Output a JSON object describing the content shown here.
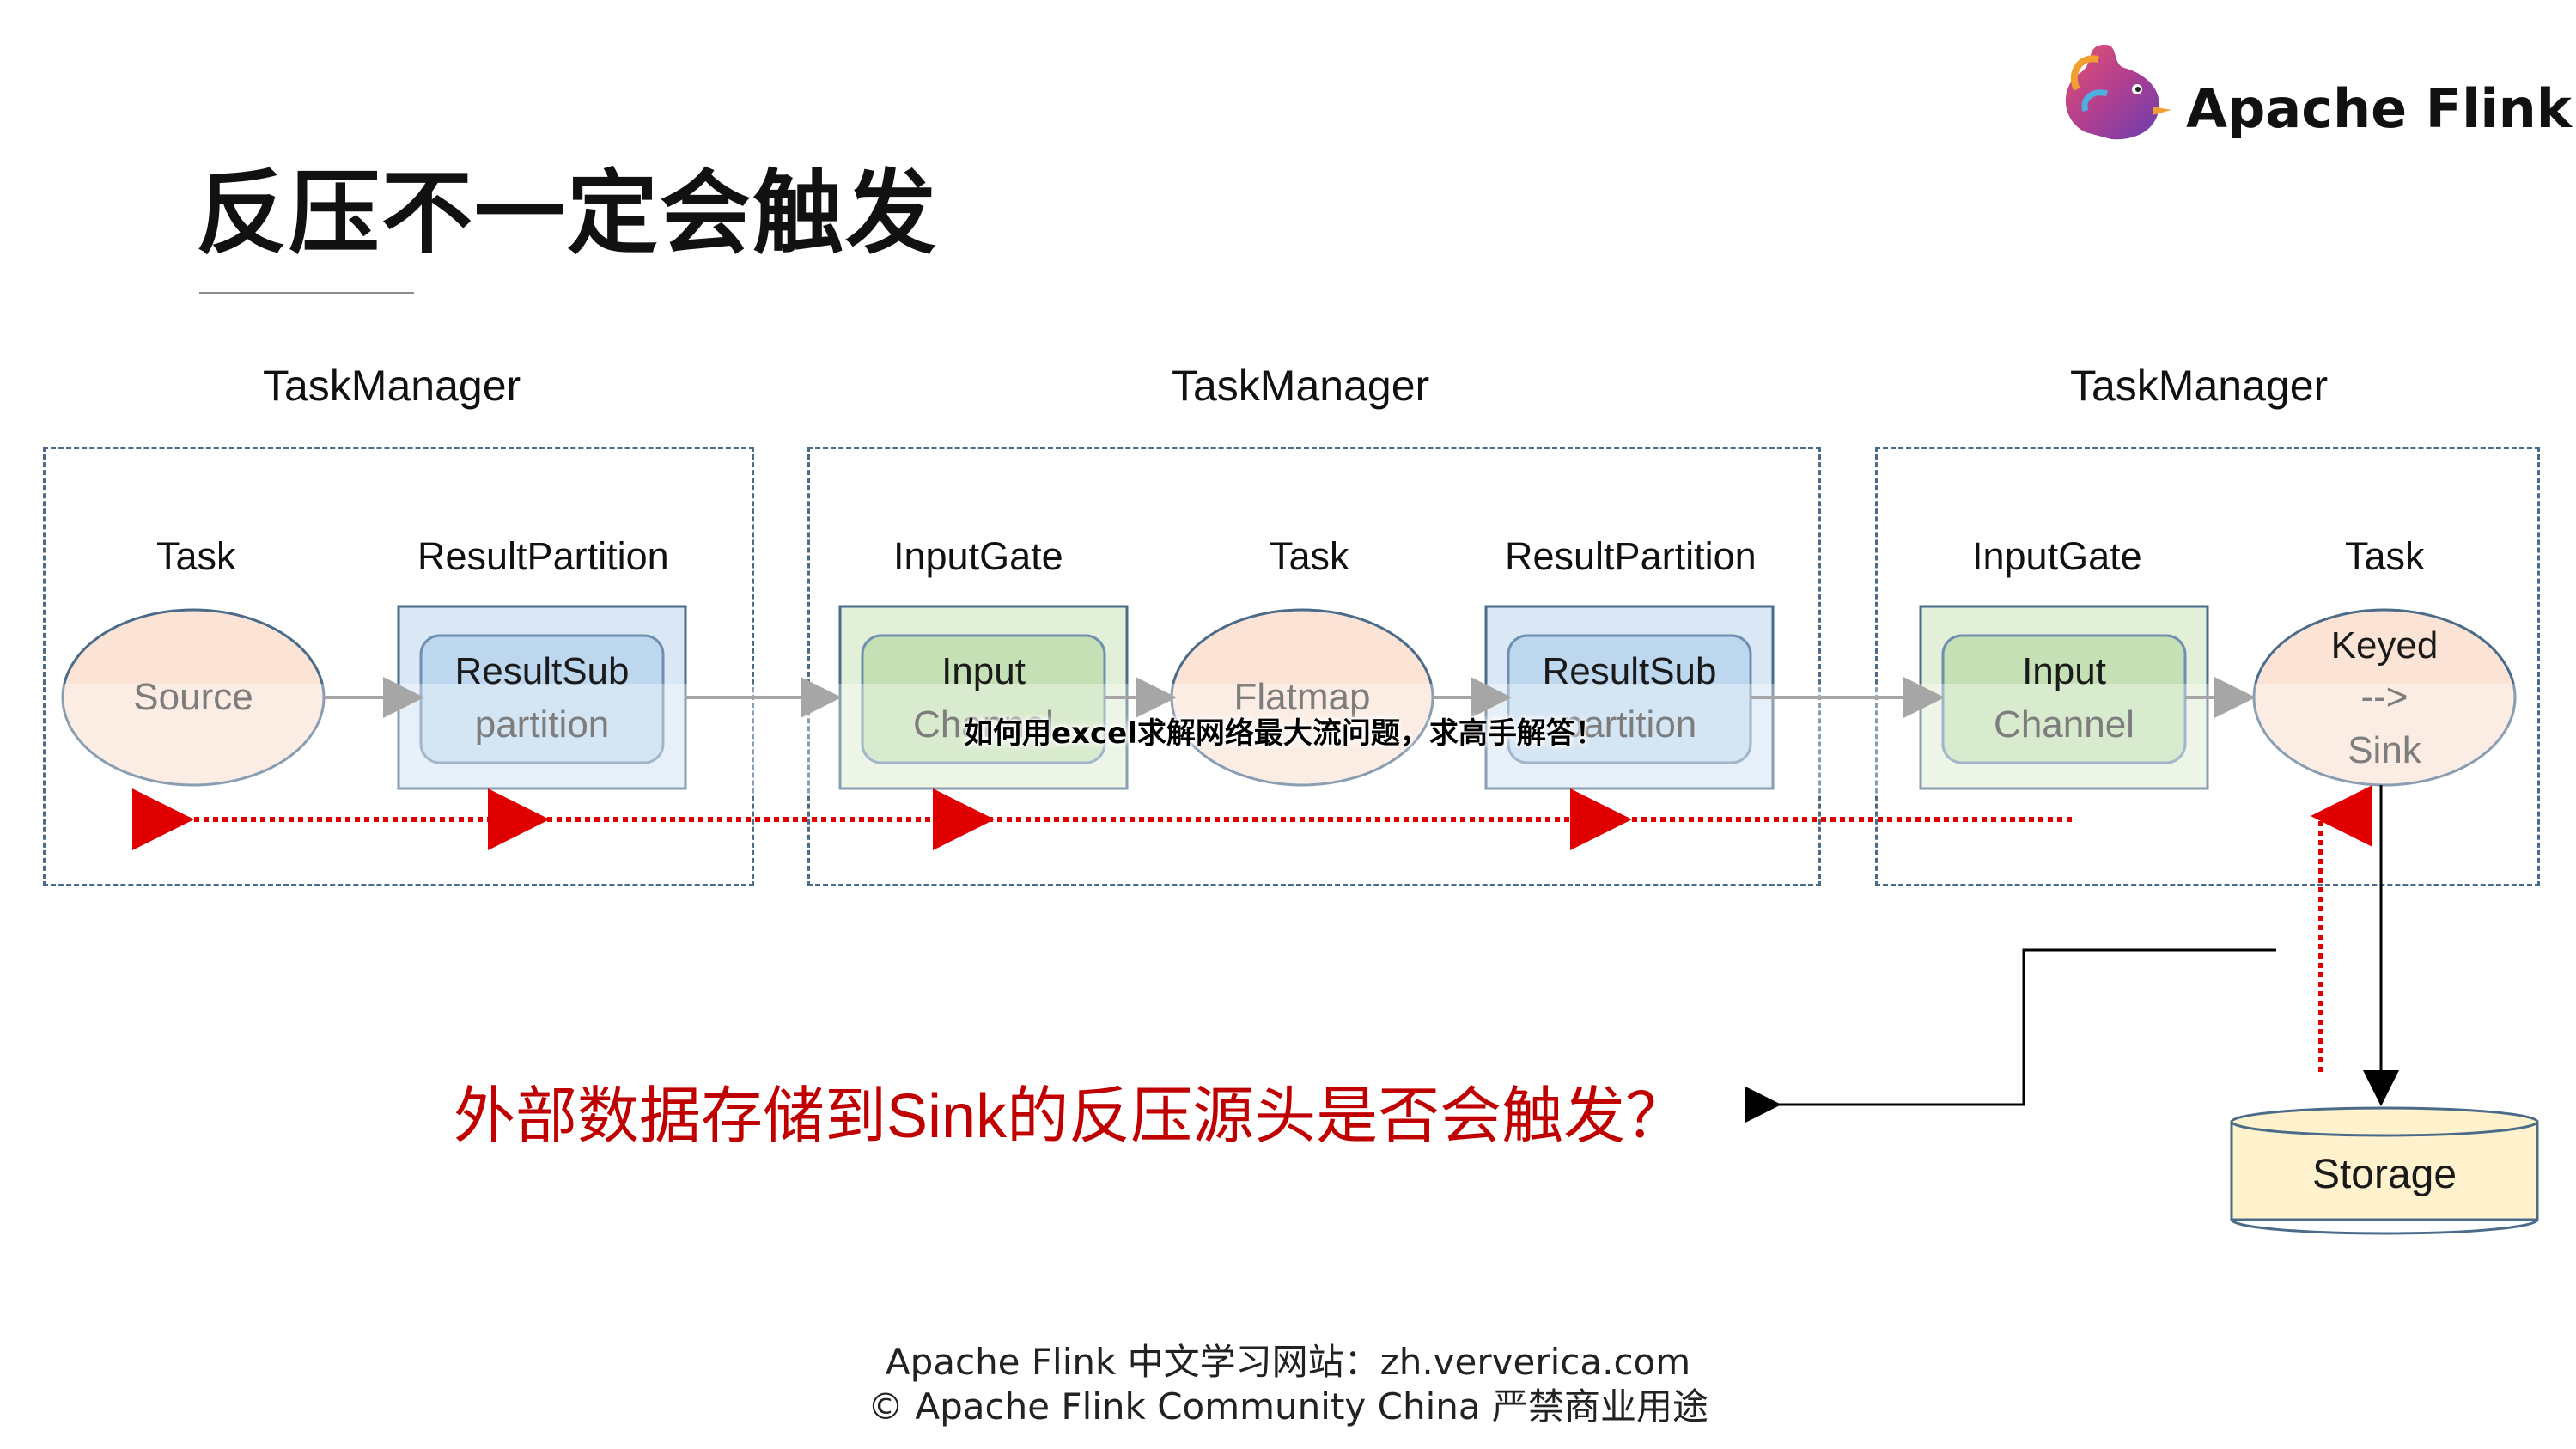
{
  "title": "反压不一定会触发",
  "logo": {
    "text": "Apache Flink",
    "icon": "flink-squirrel-icon"
  },
  "task_managers": [
    {
      "label": "TaskManager",
      "components": [
        {
          "label": "Task",
          "node_lines": [
            "Source"
          ]
        },
        {
          "label": "ResultPartition",
          "node_lines": [
            "ResultSub",
            "partition"
          ]
        }
      ]
    },
    {
      "label": "TaskManager",
      "components": [
        {
          "label": "InputGate",
          "node_lines": [
            "Input",
            "Channel"
          ]
        },
        {
          "label": "Task",
          "node_lines": [
            "Flatmap"
          ]
        },
        {
          "label": "ResultPartition",
          "node_lines": [
            "ResultSub",
            "partition"
          ]
        }
      ]
    },
    {
      "label": "TaskManager",
      "components": [
        {
          "label": "InputGate",
          "node_lines": [
            "Input",
            "Channel"
          ]
        },
        {
          "label": "Task",
          "node_lines": [
            "Keyed",
            "-->",
            "Sink"
          ]
        }
      ]
    }
  ],
  "storage": {
    "label": "Storage"
  },
  "question": {
    "part1": "外部数据存储到",
    "part2": "Sink",
    "part3": "的反压源头是否会触发？"
  },
  "overlay_text": "如何用excel求解网络最大流问题，求高手解答！",
  "footer": {
    "line1": "Apache Flink 中文学习网站：zh.ververica.com",
    "line2": "© Apache Flink Community China  严禁商业用途"
  },
  "colors": {
    "dashed_border": "#4a6b8a",
    "backpressure_arrow": "#e00000",
    "question_text": "#c00000",
    "ellipse_fill": "#fbe3d6",
    "blue_box_fill": "#dae8f6",
    "blue_inner_fill": "#bdd7ee",
    "green_box_fill": "#e2f0d9",
    "green_inner_fill": "#c5e0b4",
    "storage_fill": "#fff2cc"
  }
}
